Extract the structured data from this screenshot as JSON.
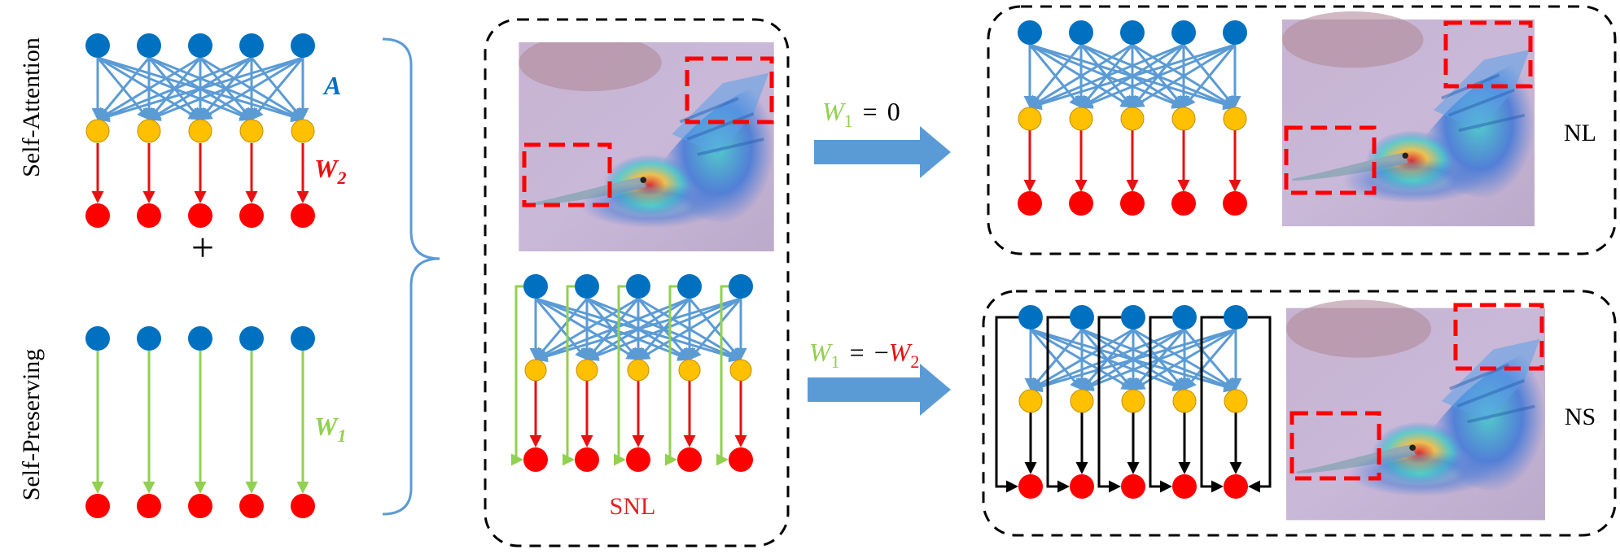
{
  "colors": {
    "input_node": "#0070c0",
    "hidden_node": "#ffc000",
    "output_node": "#ff0000",
    "attention_edge": "#5b9bd5",
    "w2_edge": "#e81010",
    "w1_edge": "#92d050",
    "black_edge": "#000000",
    "bbox": "#ff0000",
    "brace": "#5b9bd5",
    "arrow_fill": "#5b9bd5"
  },
  "left": {
    "self_attention_label": "Self-Attention",
    "self_preserving_label": "Self-Preserving",
    "plus": "+",
    "A_label": "A",
    "W2": {
      "base": "W",
      "sub": "2"
    },
    "W1": {
      "base": "W",
      "sub": "1"
    }
  },
  "middle": {
    "snl_label": "SNL"
  },
  "arrows": {
    "top": {
      "lhs_base": "W",
      "lhs_sub": "1",
      "eq": "=",
      "rhs": "0"
    },
    "bottom": {
      "lhs_base": "W",
      "lhs_sub": "1",
      "eq": "=",
      "rhs_prefix": "−",
      "rhs_base": "W",
      "rhs_sub": "2"
    }
  },
  "right_top": {
    "label": "NL"
  },
  "right_bottom": {
    "label": "NS"
  }
}
